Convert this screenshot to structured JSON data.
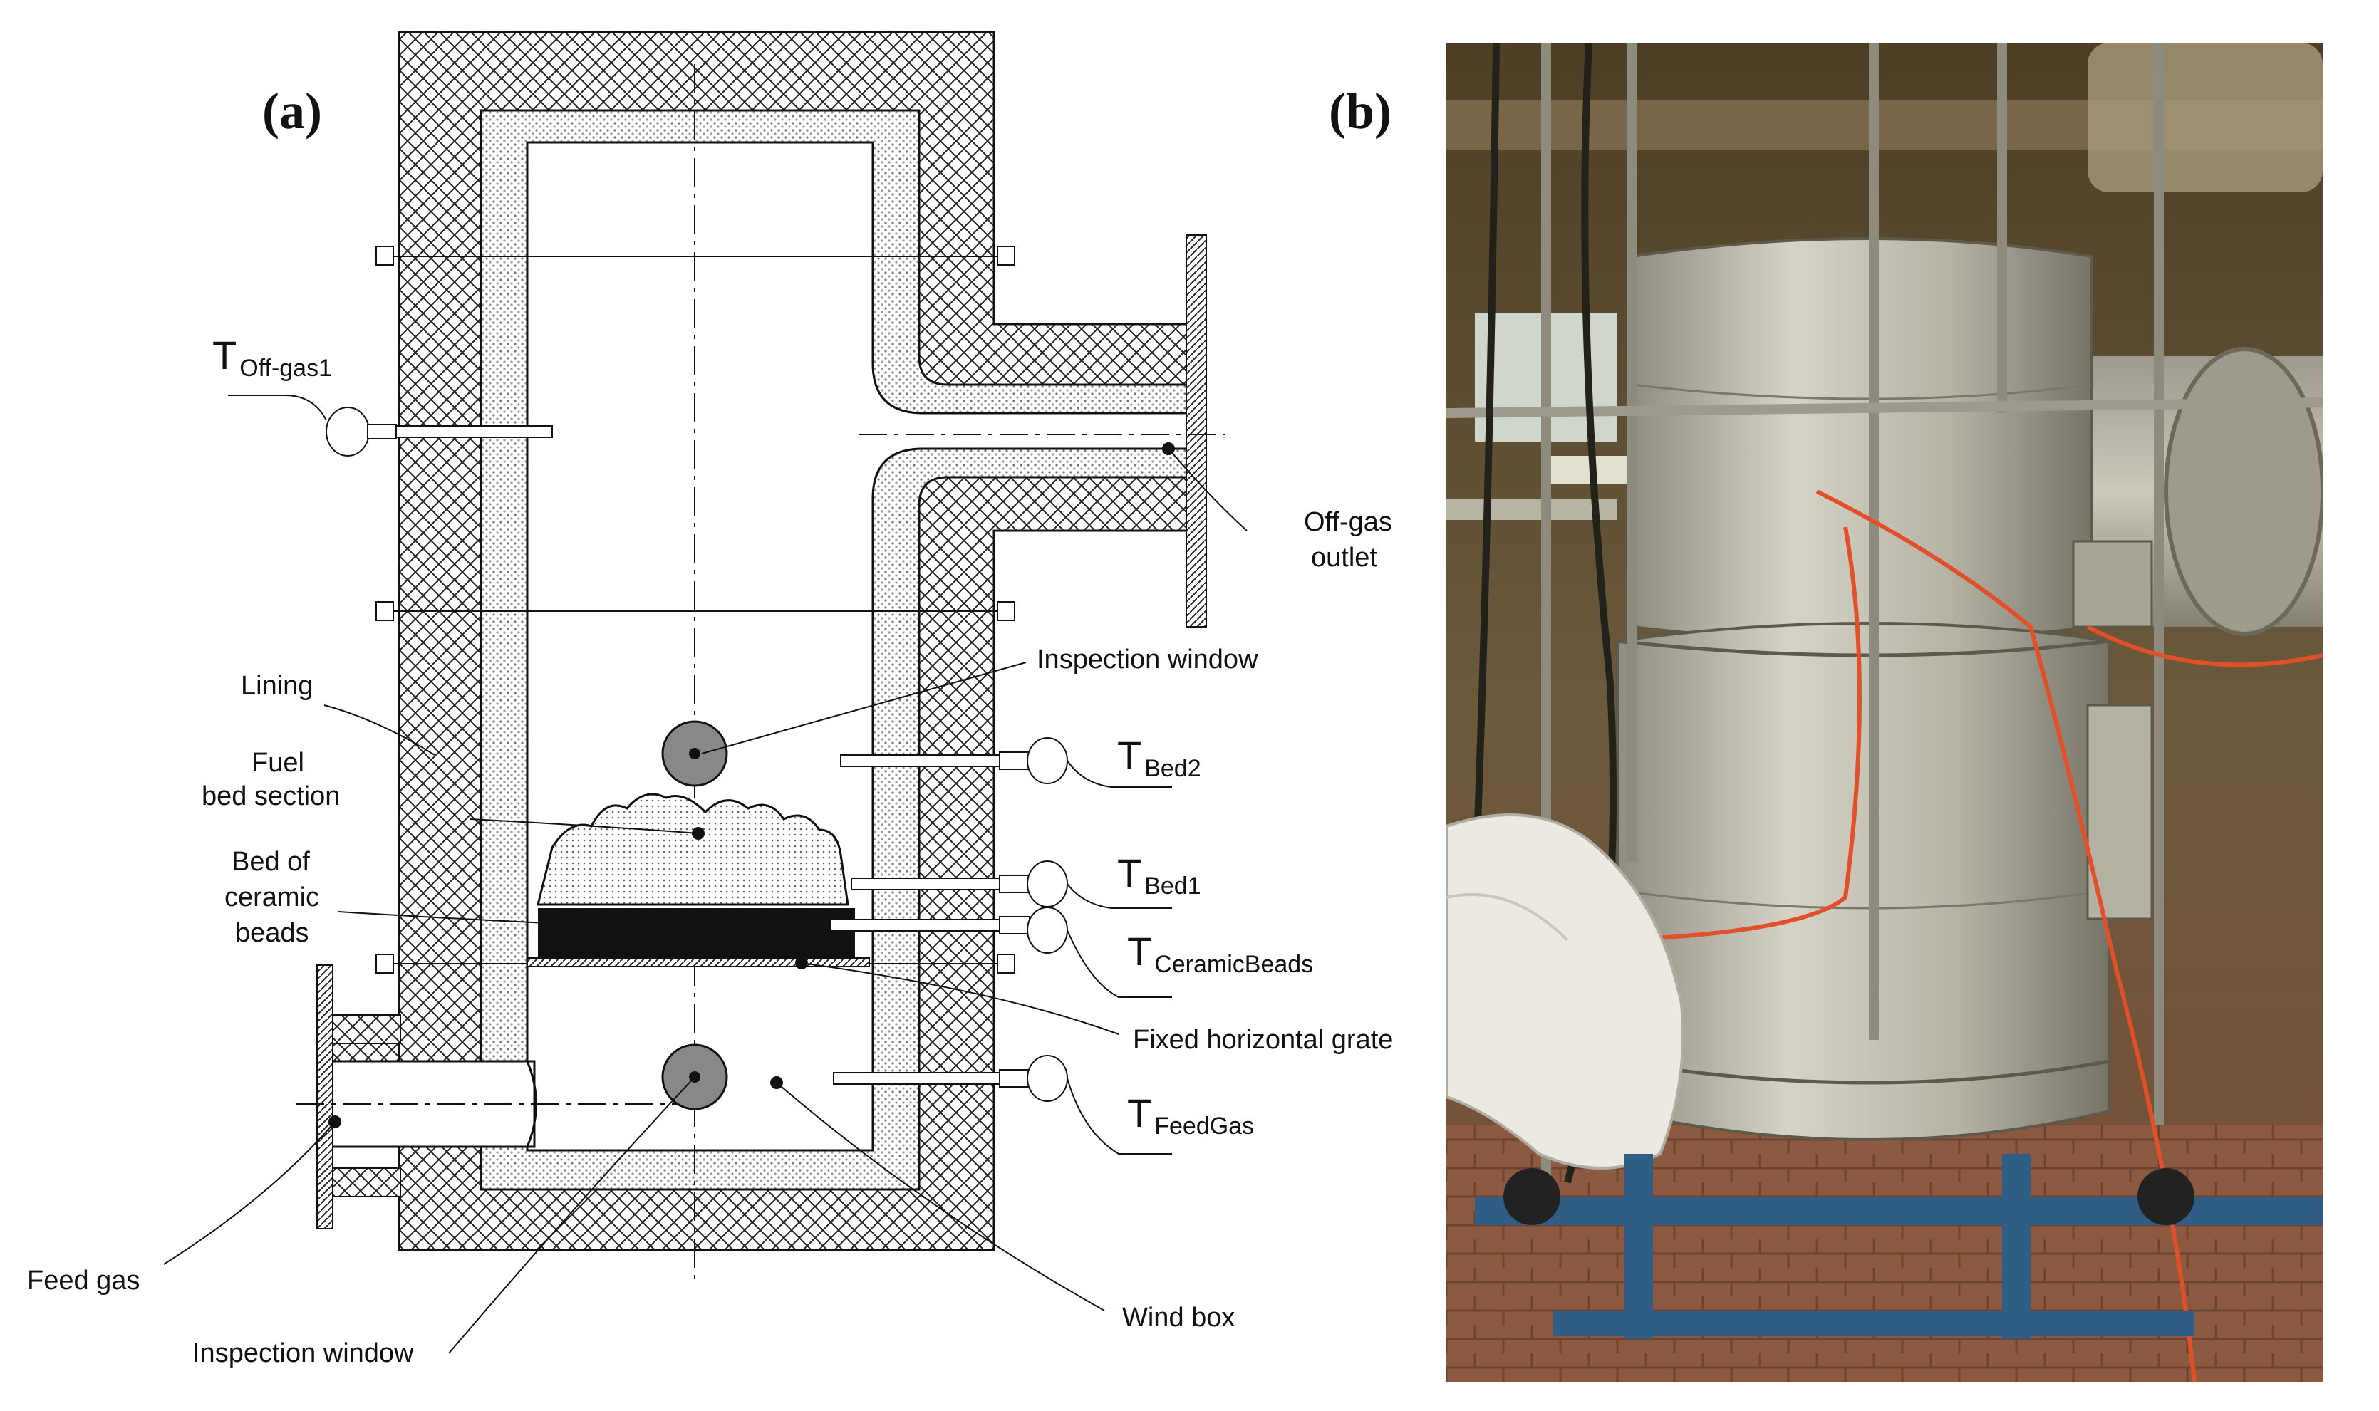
{
  "panel_a": {
    "tag": "(a)",
    "labels": {
      "lining": "Lining",
      "fuel_bed_1": "Fuel",
      "fuel_bed_2": "bed section",
      "ceramic_1": "Bed of",
      "ceramic_2": "ceramic",
      "ceramic_3": "beads",
      "feed_gas": "Feed gas",
      "inspection_bottom": "Inspection window",
      "inspection_top": "Inspection window",
      "offgas_1": "Off-gas",
      "offgas_2": "outlet",
      "grate": "Fixed horizontal grate",
      "wind_box": "Wind box"
    },
    "temps": {
      "offgas": {
        "base": "T",
        "sub": "Off-gas1"
      },
      "bed2": {
        "base": "T",
        "sub": "Bed2"
      },
      "bed1": {
        "base": "T",
        "sub": "Bed1"
      },
      "ceramic": {
        "base": "T",
        "sub": "CeramicBeads"
      },
      "feedgas": {
        "base": "T",
        "sub": "FeedGas"
      }
    }
  },
  "panel_b": {
    "tag": "(b)",
    "colors": {
      "background": "#5a4a30",
      "reactor": "#b8b4a6",
      "cable": "#e0502a",
      "floor": "#8c5a40"
    }
  }
}
